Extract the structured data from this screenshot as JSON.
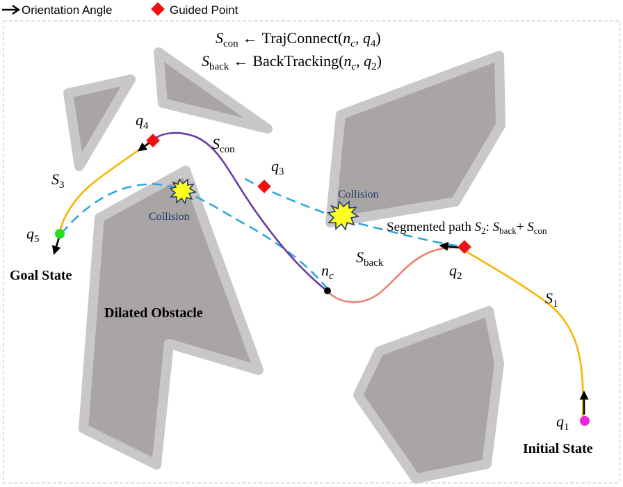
{
  "legend": {
    "orientation_label": "Orientation Angle",
    "guided_label": "Guided Point"
  },
  "equations": {
    "line1_lhs": "S",
    "line1_lhs_sub": "con",
    "line1_arrow": "←",
    "line1_rhs": "TrajConnect(",
    "line1_arg1": "n",
    "line1_arg1_sub": "c",
    "line1_sep": ", ",
    "line1_arg2": "q",
    "line1_arg2_sub": "4",
    "line1_close": ")",
    "line2_lhs": "S",
    "line2_lhs_sub": "back",
    "line2_arrow": "←",
    "line2_rhs": "BackTracking(",
    "line2_arg1": "n",
    "line2_arg1_sub": "c",
    "line2_sep": ", ",
    "line2_arg2": "q",
    "line2_arg2_sub": "2",
    "line2_close": ")"
  },
  "points": {
    "q1": {
      "main": "q",
      "sub": "1"
    },
    "q2": {
      "main": "q",
      "sub": "2"
    },
    "q3": {
      "main": "q",
      "sub": "3"
    },
    "q4": {
      "main": "q",
      "sub": "4"
    },
    "q5": {
      "main": "q",
      "sub": "5"
    },
    "nc": {
      "main": "n",
      "sub": "c"
    }
  },
  "segments": {
    "s1": {
      "main": "S",
      "sub": "1"
    },
    "s3": {
      "main": "S",
      "sub": "3"
    },
    "scon": {
      "main": "S",
      "sub": "con"
    },
    "sback": {
      "main": "S",
      "sub": "back"
    }
  },
  "segmented_path": {
    "prefix": "Segmented path ",
    "s_main": "S",
    "s_sub": "2",
    "colon": ":  ",
    "a_main": "S",
    "a_sub": "back",
    "plus": "+ ",
    "b_main": "S",
    "b_sub": "con"
  },
  "labels": {
    "goal_state": "Goal State",
    "initial_state": "Initial State",
    "dilated_obstacle": "Dilated Obstacle",
    "collision_1": "Collision",
    "collision_2": "Collision"
  },
  "colors": {
    "obstacle_fill": "#a9a5a5",
    "obstacle_border": "#c9c7c7",
    "yellow_path": "#f7b500",
    "purple_path": "#6a3b9c",
    "salmon_path": "#ec8070",
    "dashed_path": "#2ea6dc",
    "guided_point": "#ee1111",
    "goal_point": "#22dd22",
    "initial_point": "#ee22dd",
    "collision_fill": "#ffff22",
    "collision_text": "#1f3a6e"
  }
}
